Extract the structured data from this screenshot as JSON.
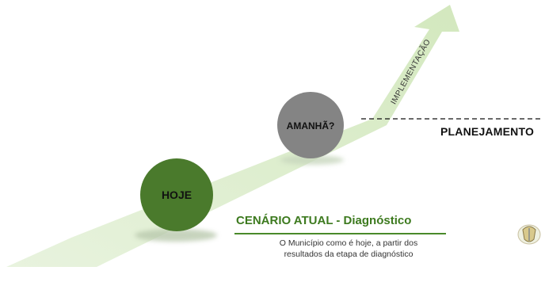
{
  "diagram": {
    "circles": [
      {
        "label": "HOJE",
        "color": "#4a7a2c"
      },
      {
        "label": "AMANHÃ?",
        "color": "#848484"
      }
    ],
    "arrow_label": "IMPLEMENTAÇÃO",
    "planning_label": "PLANEJAMENTO",
    "current_scenario": {
      "title": "CENÁRIO ATUAL - Diagnóstico",
      "description_line1": "O Município como é hoje, a partir dos",
      "description_line2": "resultados da etapa de diagnóstico"
    },
    "colors": {
      "arrow_fill": "#dbeccb",
      "hoje_circle": "#4a7a2c",
      "amanha_circle": "#848484",
      "accent_text": "#3d7a1f",
      "underline": "#4a8a2a"
    }
  }
}
